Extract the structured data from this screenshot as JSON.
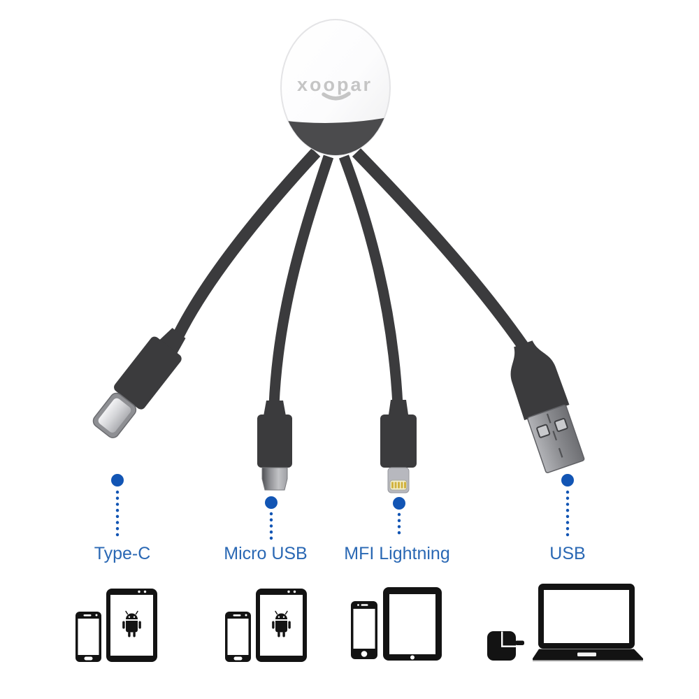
{
  "product": {
    "brand_logo": "xoopar"
  },
  "connectors": [
    {
      "id": "type-c",
      "label": "Type-C",
      "devices": [
        "android-phone-icon",
        "android-tablet-icon"
      ]
    },
    {
      "id": "micro-usb",
      "label": "Micro USB",
      "devices": [
        "android-phone-icon",
        "android-tablet-icon"
      ]
    },
    {
      "id": "mfi-lightning",
      "label": "MFI Lightning",
      "devices": [
        "iphone-icon",
        "ipad-icon"
      ]
    },
    {
      "id": "usb",
      "label": "USB",
      "devices": [
        "wall-charger-icon",
        "laptop-icon"
      ]
    }
  ],
  "colors": {
    "label_text": "#2a68b4",
    "pointer_dot": "#1255b4",
    "cable_dark": "#3b3b3d",
    "head_shell": "#ffffff",
    "head_base": "#4b4b4d",
    "logo_gray": "#c5c5c5",
    "metal_silver": "#a7a8ac",
    "lightning_contact_gold": "#d1b23e",
    "device_icon_black": "#131313"
  }
}
